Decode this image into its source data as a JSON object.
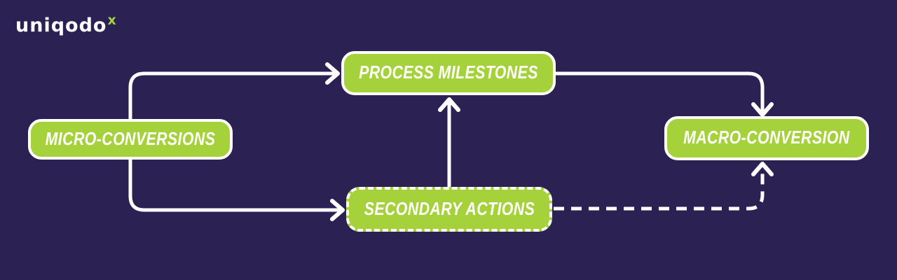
{
  "colors": {
    "background": "#2b2153",
    "node_fill": "#a5d23b",
    "node_border": "#ffffff",
    "connector": "#ffffff",
    "label_text": "#ffffff",
    "logo_text": "#ffffff",
    "logo_mark": "#a5d23b"
  },
  "logo": {
    "text": "uniqodo",
    "mark": "x"
  },
  "diagram": {
    "nodes": [
      {
        "id": "micro-conversions",
        "label": "MICRO-CONVERSIONS",
        "border_style": "solid"
      },
      {
        "id": "process-milestones",
        "label": "PROCESS MILESTONES",
        "border_style": "solid"
      },
      {
        "id": "secondary-actions",
        "label": "SECONDARY ACTIONS",
        "border_style": "dashed"
      },
      {
        "id": "macro-conversion",
        "label": "MACRO-CONVERSION",
        "border_style": "solid"
      }
    ],
    "edges": [
      {
        "from": "micro-conversions",
        "to": "process-milestones",
        "style": "solid"
      },
      {
        "from": "micro-conversions",
        "to": "secondary-actions",
        "style": "solid"
      },
      {
        "from": "secondary-actions",
        "to": "process-milestones",
        "style": "solid"
      },
      {
        "from": "process-milestones",
        "to": "macro-conversion",
        "style": "solid"
      },
      {
        "from": "secondary-actions",
        "to": "macro-conversion",
        "style": "dashed"
      }
    ]
  }
}
